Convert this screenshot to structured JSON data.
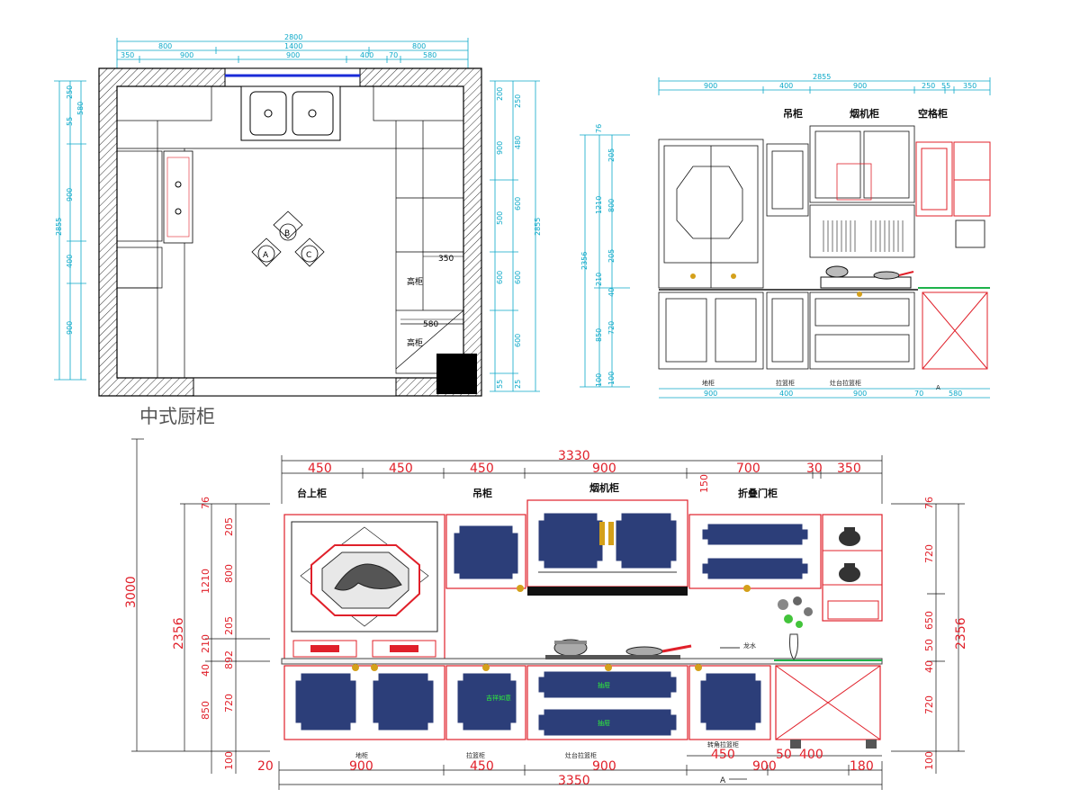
{
  "title": "中式厨柜",
  "plan": {
    "top_dims": {
      "overall": "2800",
      "row2": [
        "800",
        "1400",
        "800"
      ],
      "row3": [
        "350",
        "900",
        "900",
        "400",
        "70",
        "580"
      ]
    },
    "left_dims": [
      "250",
      "55",
      "580",
      "2855",
      "900",
      "400",
      "900"
    ],
    "right_dims": [
      "200",
      "250",
      "480",
      "900",
      "500",
      "600",
      "600",
      "600",
      "600",
      "55",
      "2855",
      "25"
    ],
    "labels": {
      "a": "A",
      "b": "B",
      "c": "C",
      "tall1": "高柜",
      "tall2": "高柜",
      "dim350": "350",
      "dim580": "580"
    }
  },
  "elev_small": {
    "top_dims": {
      "overall": "2855",
      "row": [
        "900",
        "400",
        "900",
        "250",
        "55",
        "350"
      ]
    },
    "labels": {
      "wall": "吊柜",
      "hood": "烟机柜",
      "open": "空格柜"
    },
    "left_dims": [
      "76",
      "205",
      "1210",
      "800",
      "2356",
      "205",
      "210",
      "40",
      "100",
      "720",
      "850",
      "100"
    ],
    "bottom_dims": [
      "900",
      "400",
      "900",
      "70",
      "580"
    ],
    "bottom_labels": [
      "地柜",
      "拉篮柜",
      "灶台拉篮柜"
    ],
    "section": "A"
  },
  "elev_large": {
    "top_dims": {
      "overall": "3330",
      "row": [
        "450",
        "450",
        "450",
        "900",
        "700",
        "30",
        "350"
      ],
      "left150": "150"
    },
    "labels": {
      "counter": "台上柜",
      "wall": "吊柜",
      "hood": "烟机柜",
      "fold": "折叠门柜",
      "water": "龙水",
      "drawer1": "抽屉",
      "drawer2": "抽屉",
      "door_text": "吉祥如意"
    },
    "left_dims": {
      "outer": "3000",
      "mid": "2356",
      "inner": [
        "76",
        "205",
        "1210",
        "800",
        "205",
        "210",
        "40",
        "892",
        "850",
        "720",
        "100"
      ]
    },
    "right_dims": [
      "76",
      "720",
      "2356",
      "650",
      "50",
      "40",
      "720",
      "100"
    ],
    "bottom_dims": {
      "row1": [
        "20",
        "900",
        "450",
        "900",
        "450",
        "900",
        "50",
        "400",
        "180"
      ],
      "overall": "3350"
    },
    "bottom_labels": [
      "地柜",
      "拉篮柜",
      "灶台拉篮柜",
      "转角拉篮柜"
    ],
    "section": "A"
  }
}
